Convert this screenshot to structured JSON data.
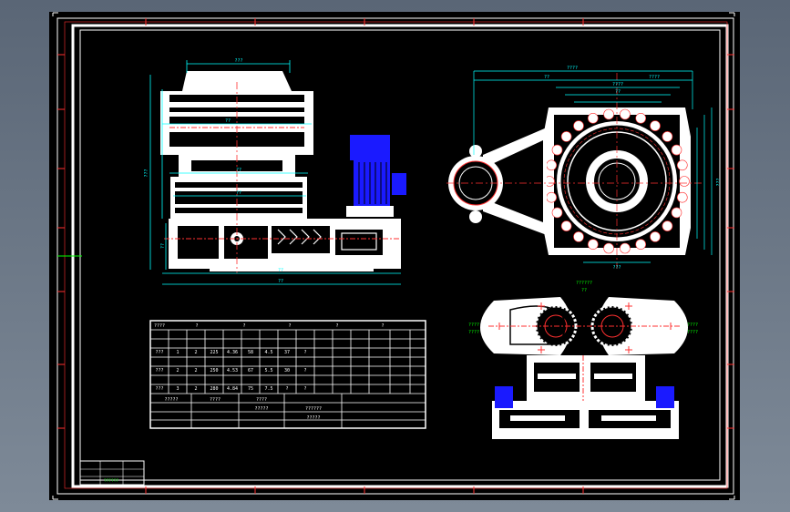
{
  "colors": {
    "background": "#6f7b8a",
    "paper": "#000000",
    "line": "#ffffff",
    "dimension": "#00ffff",
    "centerline": "#ff3030",
    "motor": "#2222ff",
    "annotation": "#00ff00"
  },
  "top_view": {
    "dims": [
      "????",
      "??",
      "????",
      "????",
      "??",
      "???",
      "???"
    ]
  },
  "side_view": {
    "dims": [
      "???",
      "???",
      "??",
      "??",
      "??",
      "??",
      "??",
      "??",
      "??",
      "??",
      "???"
    ]
  },
  "front_view": {
    "labels": [
      "??????",
      "??",
      "????",
      "????",
      "????",
      "????"
    ]
  },
  "table": {
    "header": [
      "????",
      "?",
      "?",
      "?",
      "?",
      "?"
    ],
    "rows": [
      [
        "???",
        "1",
        "2",
        "225",
        "4.36",
        "58",
        "4.5",
        "37",
        "?"
      ],
      [
        "???",
        "2",
        "2",
        "250",
        "4.53",
        "67",
        "5.5",
        "30",
        "?"
      ],
      [
        "???",
        "3",
        "2",
        "280",
        "4.84",
        "75",
        "7.5",
        "?",
        "?"
      ]
    ],
    "notes": [
      "?????",
      "????",
      "????",
      "?????",
      "??????",
      "?????"
    ]
  },
  "title_block": {
    "text": "??????"
  }
}
